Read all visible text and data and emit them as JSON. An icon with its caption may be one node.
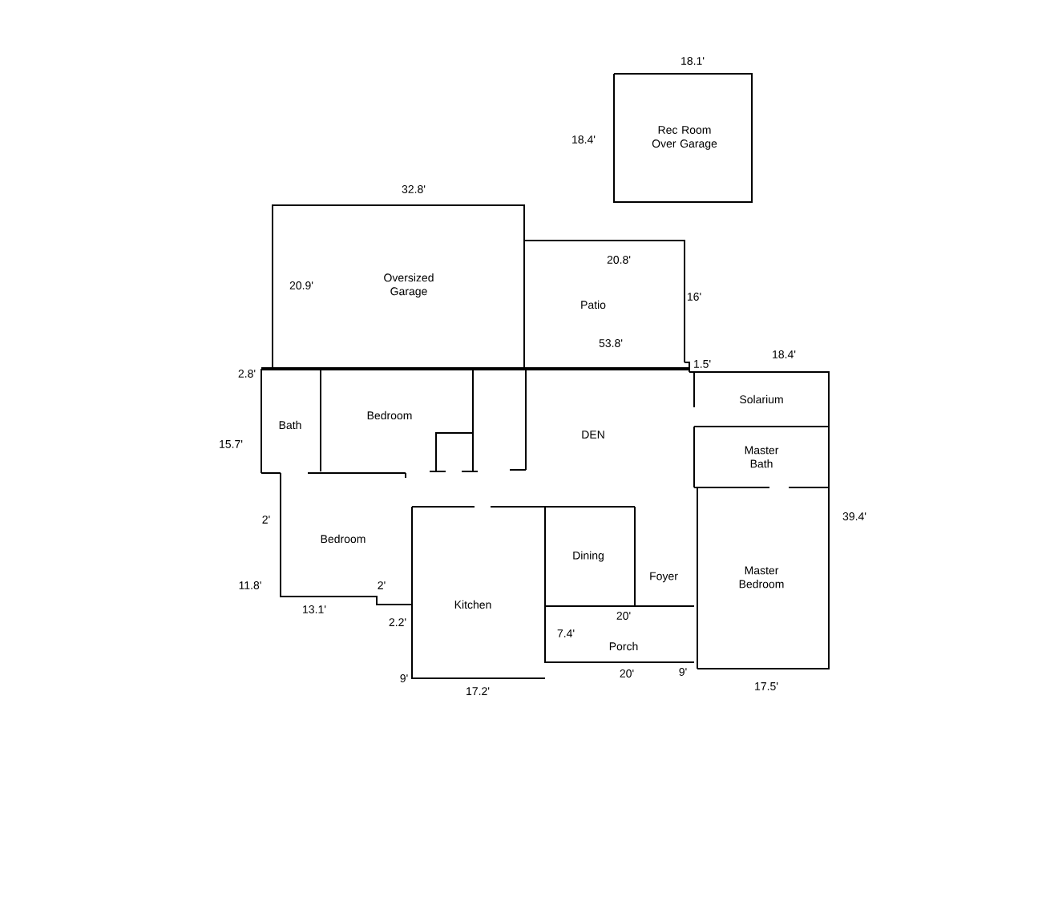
{
  "diagram": {
    "nodes": [
      {
        "text": [
          "Rec Room Over Garage"
        ]
      },
      {
        "text": [
          "Oversized Garage"
        ]
      },
      {
        "text": [
          "Patio"
        ]
      },
      {
        "text": [
          "Bath"
        ]
      },
      {
        "text": [
          "Bedroom"
        ]
      },
      {
        "text": [
          "DEN"
        ]
      },
      {
        "text": [
          "Solarium"
        ]
      },
      {
        "text": [
          "Master Bath"
        ]
      },
      {
        "text": [
          "Bedroom"
        ]
      },
      {
        "text": [
          "Dining"
        ]
      },
      {
        "text": [
          "Foyer"
        ]
      },
      {
        "text": [
          "Kitchen"
        ]
      },
      {
        "text": [
          "Porch"
        ]
      },
      {
        "text": [
          "Master Bedroom"
        ]
      }
    ],
    "labels": [
      "18.1'",
      "18.4'",
      "32.8'",
      "20.8'",
      "20.9'",
      "16'",
      "53.8'",
      "2.8'",
      "1.5'",
      "18.4'",
      "15.7'",
      "39.4'",
      "2'",
      "11.8'",
      "13.1'",
      "2'",
      "2.2'",
      "20'",
      "7.4'",
      "20'",
      "9'",
      "9'",
      "17.2'",
      "17.5'"
    ]
  }
}
